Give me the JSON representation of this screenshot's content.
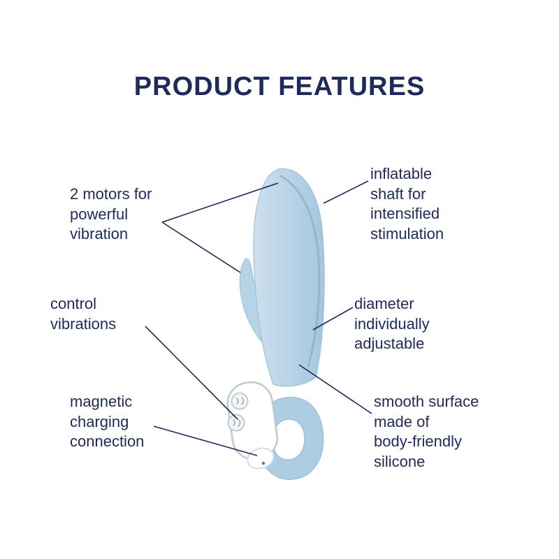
{
  "title": "PRODUCT FEATURES",
  "colors": {
    "navy": "#1e2a5a",
    "device_blue": "#b7d3e6",
    "device_blue_dark": "#9cc2da",
    "white": "#ffffff"
  },
  "features": {
    "left": [
      {
        "id": "motors",
        "text": "2 motors for\npowerful\nvibration"
      },
      {
        "id": "control",
        "text": "control\nvibrations"
      },
      {
        "id": "magnetic",
        "text": "magnetic\ncharging\nconnection"
      }
    ],
    "right": [
      {
        "id": "inflatable",
        "text": "inflatable\nshaft for\nintensified\nstimulation"
      },
      {
        "id": "diameter",
        "text": "diameter\nindividually\nadjustable"
      },
      {
        "id": "smooth",
        "text": "smooth surface\nmade of\nbody-friendly\nsilicone"
      }
    ]
  }
}
